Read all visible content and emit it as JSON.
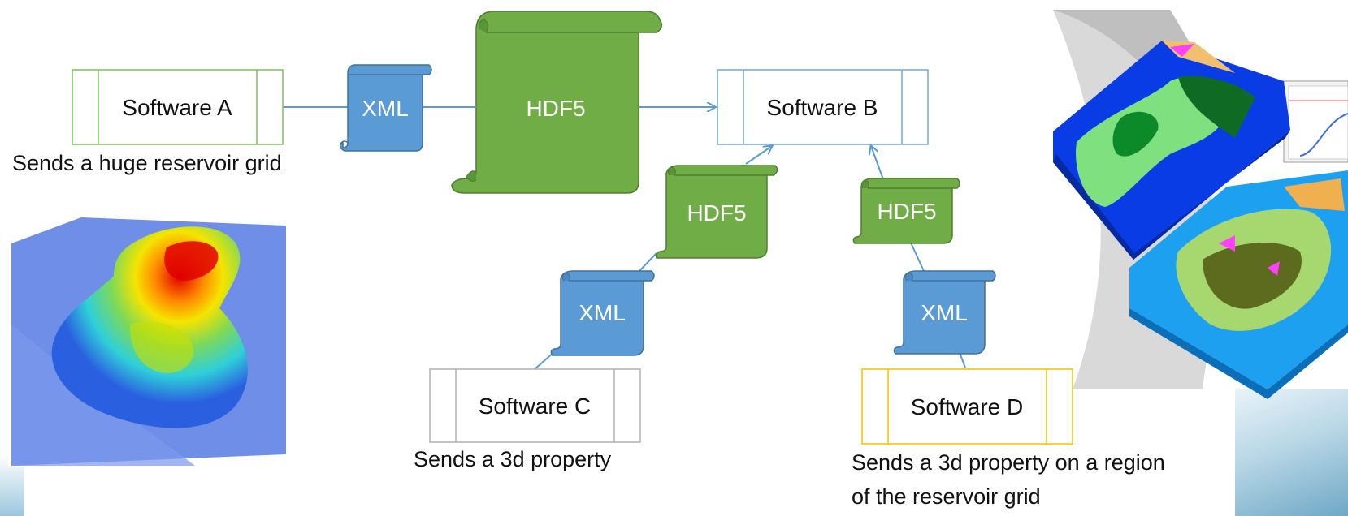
{
  "boxes": {
    "a": {
      "label": "Software A",
      "color": "#7cc25a"
    },
    "b": {
      "label": "Software B",
      "color": "#6fa8dc"
    },
    "c": {
      "label": "Software C",
      "color": "#b0b0b0"
    },
    "d": {
      "label": "Software D",
      "color": "#f2c200"
    }
  },
  "scrolls": {
    "xml_main": "XML",
    "hdf5_main": "HDF5",
    "hdf5_c": "HDF5",
    "xml_c": "XML",
    "hdf5_d": "HDF5",
    "xml_d": "XML"
  },
  "captions": {
    "a": "Sends a huge reservoir grid",
    "c": "Sends a 3d property",
    "d_line1": "Sends a 3d property on a region",
    "d_line2": "of the reservoir grid"
  },
  "colors": {
    "xml_fill": "#5b9bd5",
    "xml_stroke": "#41719c",
    "hdf5_fill": "#70ad47",
    "hdf5_stroke": "#507e32",
    "arrow": "#5b9bd5"
  },
  "images": {
    "left": "reservoir-height-map-3d",
    "right": "reservoir-grid-3d-views"
  }
}
